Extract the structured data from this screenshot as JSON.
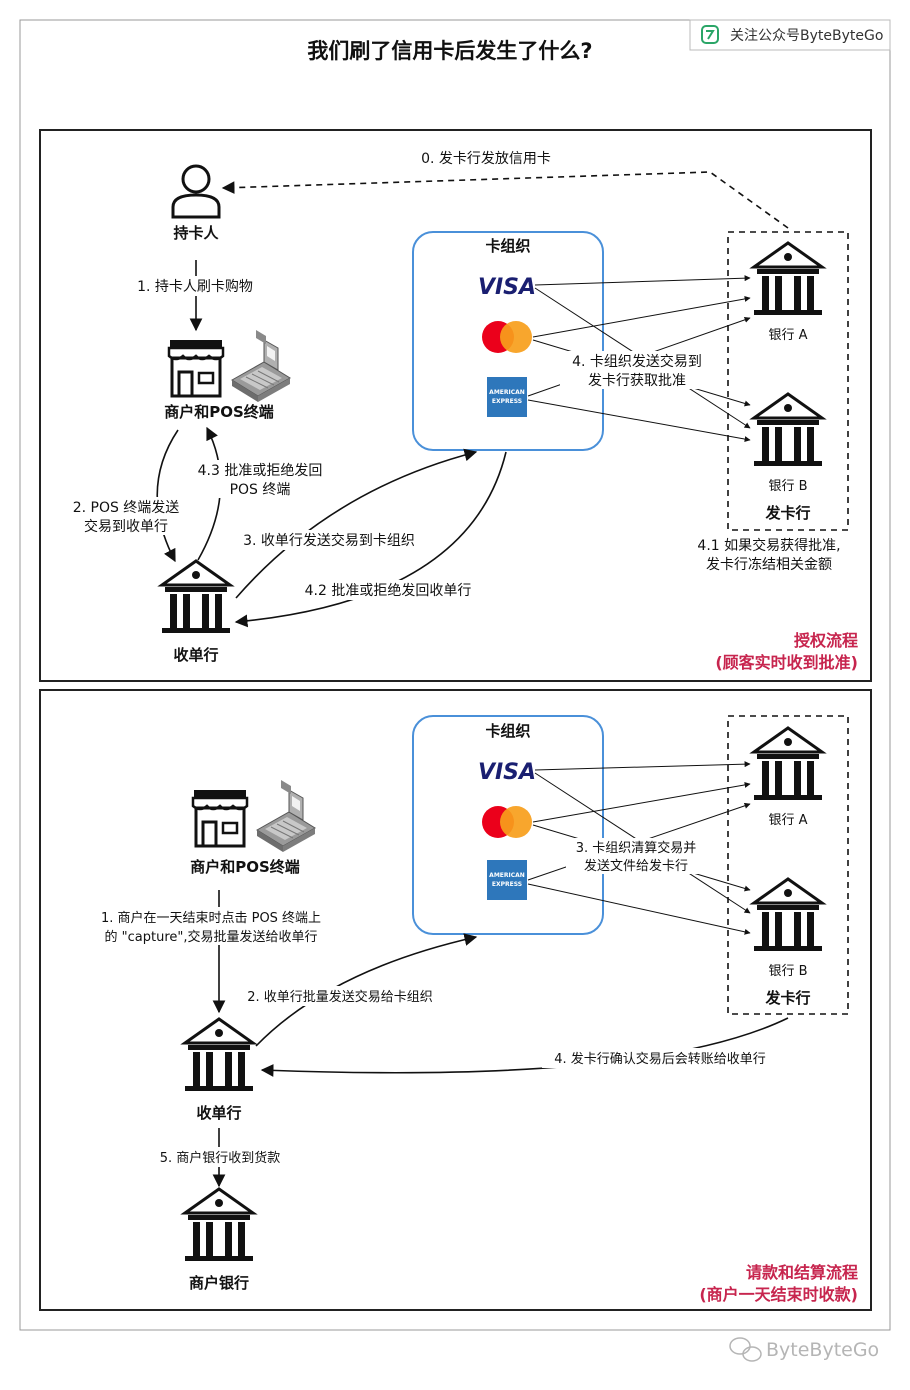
{
  "title": "我们刷了信用卡后发生了什么?",
  "watermark_top": "关注公众号ByteByteGo",
  "watermark_bottom": "ByteByteGo",
  "colors": {
    "accent_red": "#c7254e",
    "card_org_border": "#4a90d9",
    "visa_blue": "#1a1f71",
    "mc_red": "#eb001b",
    "mc_orange": "#f79e1b",
    "amex_blue": "#2e77bb"
  },
  "auth": {
    "cardholder": "持卡人",
    "merchant": "商户和POS终端",
    "acquirer": "收单行",
    "card_org_title": "卡组织",
    "visa": "VISA",
    "amex_line1": "AMERICAN",
    "amex_line2": "EXPRESS",
    "bank_a": "银行 A",
    "bank_b": "银行 B",
    "issuer": "发卡行",
    "step0": "0. 发卡行发放信用卡",
    "step1": "1. 持卡人刷卡购物",
    "step2_l1": "2. POS 终端发送",
    "step2_l2": "交易到收单行",
    "step3": "3. 收单行发送交易到卡组织",
    "step4_l1": "4. 卡组织发送交易到",
    "step4_l2": "发卡行获取批准",
    "step41_l1": "4.1 如果交易获得批准,",
    "step41_l2": "发卡行冻结相关金额",
    "step42": "4.2 批准或拒绝发回收单行",
    "step43_l1": "4.3 批准或拒绝发回",
    "step43_l2": "POS 终端",
    "flow_l1": "授权流程",
    "flow_l2": "(顾客实时收到批准)"
  },
  "settle": {
    "merchant": "商户和POS终端",
    "acquirer": "收单行",
    "merchant_bank": "商户银行",
    "card_org_title": "卡组织",
    "visa": "VISA",
    "amex_line1": "AMERICAN",
    "amex_line2": "EXPRESS",
    "bank_a": "银行 A",
    "bank_b": "银行 B",
    "issuer": "发卡行",
    "step1_l1": "1. 商户在一天结束时点击 POS 终端上",
    "step1_l2": "的 \"capture\",交易批量发送给收单行",
    "step2": "2. 收单行批量发送交易给卡组织",
    "step3_l1": "3. 卡组织清算交易并",
    "step3_l2": "发送文件给发卡行",
    "step4": "4. 发卡行确认交易后会转账给收单行",
    "step5": "5. 商户银行收到货款",
    "flow_l1": "请款和结算流程",
    "flow_l2": "(商户一天结束时收款)"
  }
}
